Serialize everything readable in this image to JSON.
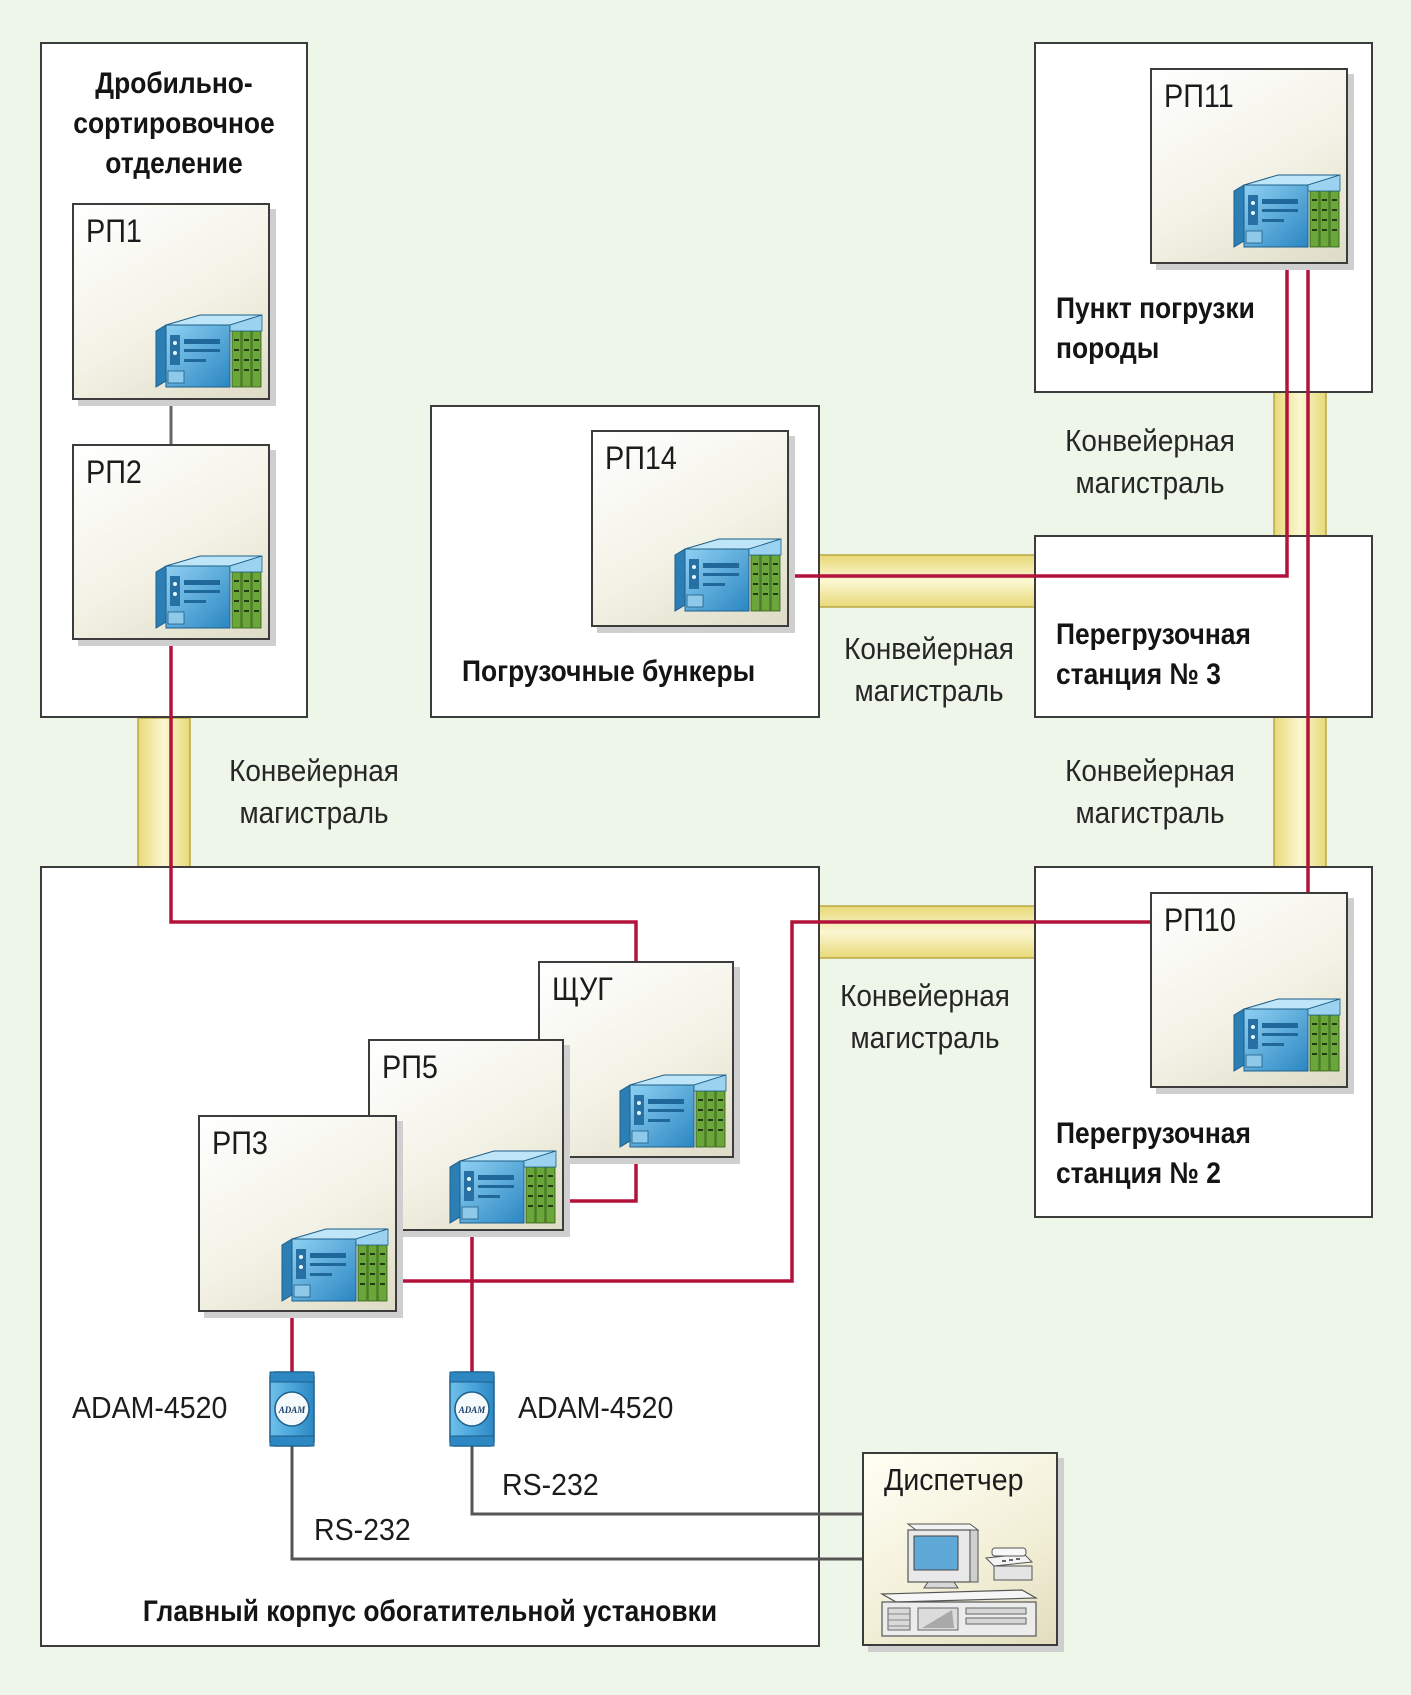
{
  "zones": {
    "crushing": "Дробильно-\nсортировочное\nотделение",
    "loading_point": "Пункт погрузки\nпороды",
    "bunkers": "Погрузочные бункеры",
    "station3": "Перегрузочная\nстанция № 3",
    "station2": "Перегрузочная\nстанция № 2",
    "main_building": "Главный корпус обогатительной установки"
  },
  "nodes": {
    "rp1": "РП1",
    "rp2": "РП2",
    "rp3": "РП3",
    "rp5": "РП5",
    "rp10": "РП10",
    "rp11": "РП11",
    "rp14": "РП14",
    "shchug": "ЩУГ"
  },
  "conveyor_label": "Конвейерная\nмагистраль",
  "converters": {
    "left": "ADAM-4520",
    "right": "ADAM-4520",
    "brand": "ADAM"
  },
  "links": {
    "rs232": "RS-232"
  },
  "dispatcher": "Диспетчер",
  "colors": {
    "background": "#eef6ea",
    "network_line": "#b3123a",
    "serial_line": "#555555",
    "conveyor_fill": "#f6efb4",
    "device_blue": "#3a9bd4",
    "io_module_green": "#5c9a2c"
  }
}
